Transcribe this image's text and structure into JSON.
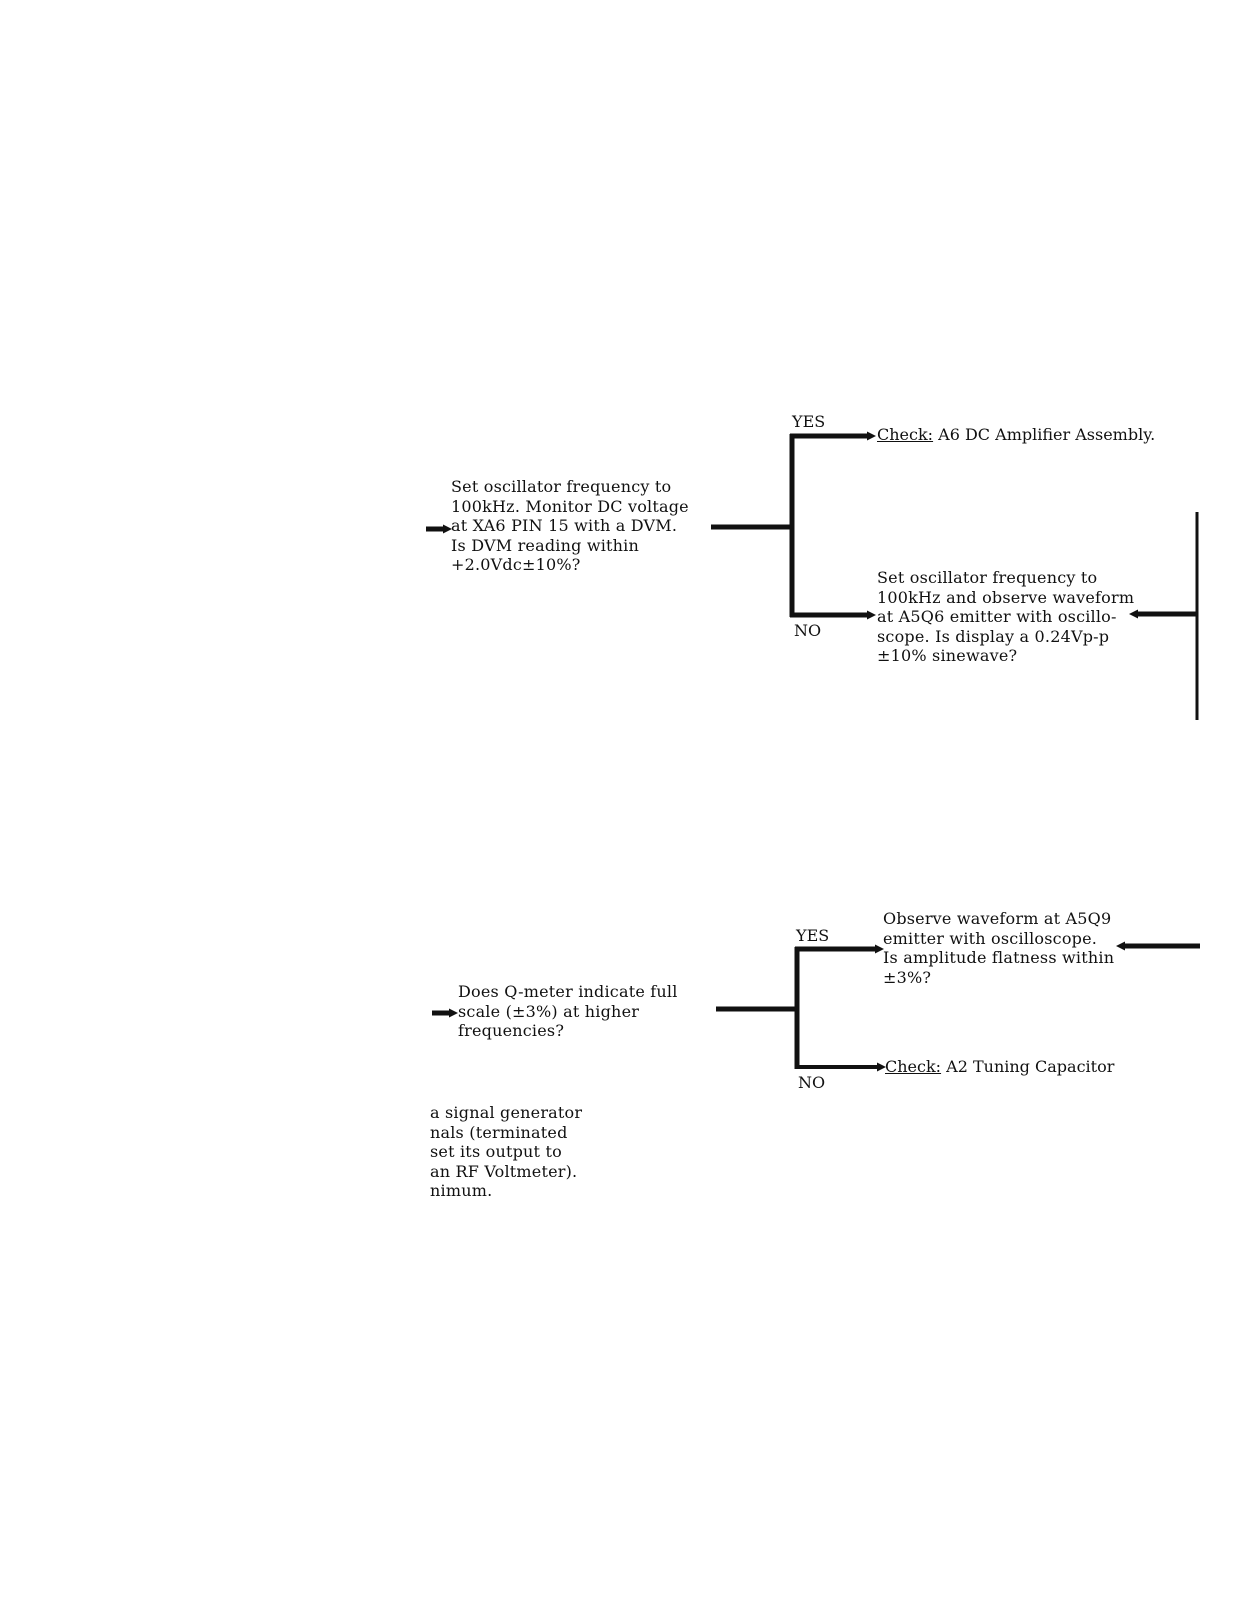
{
  "upper": {
    "question": "Set oscillator frequency to\n100kHz.  Monitor DC voltage\nat XA6 PIN 15 with a DVM.\nIs DVM reading within\n+2.0Vdc±10%?",
    "yes_label": "YES",
    "no_label": "NO",
    "yes_check_prefix": "Check:",
    "yes_check_text": "A6 DC Amplifier Assembly.",
    "no_question": "Set oscillator frequency to\n100kHz and observe waveform\nat A5Q6 emitter with oscillo-\nscope.  Is display a 0.24Vp-p\n±10% sinewave?"
  },
  "lower": {
    "question": "Does Q-meter indicate full\nscale (±3%) at higher\nfrequencies?",
    "yes_label": "YES",
    "no_label": "NO",
    "yes_question": "Observe waveform at A5Q9\nemitter with oscilloscope.\nIs amplitude flatness within\n±3%?",
    "no_check_prefix": "Check:",
    "no_check_text": "A2 Tuning Capacitor",
    "cutoff_text": "a signal generator\nnals (terminated\n set its output to\nan RF Voltmeter).\nnimum."
  }
}
